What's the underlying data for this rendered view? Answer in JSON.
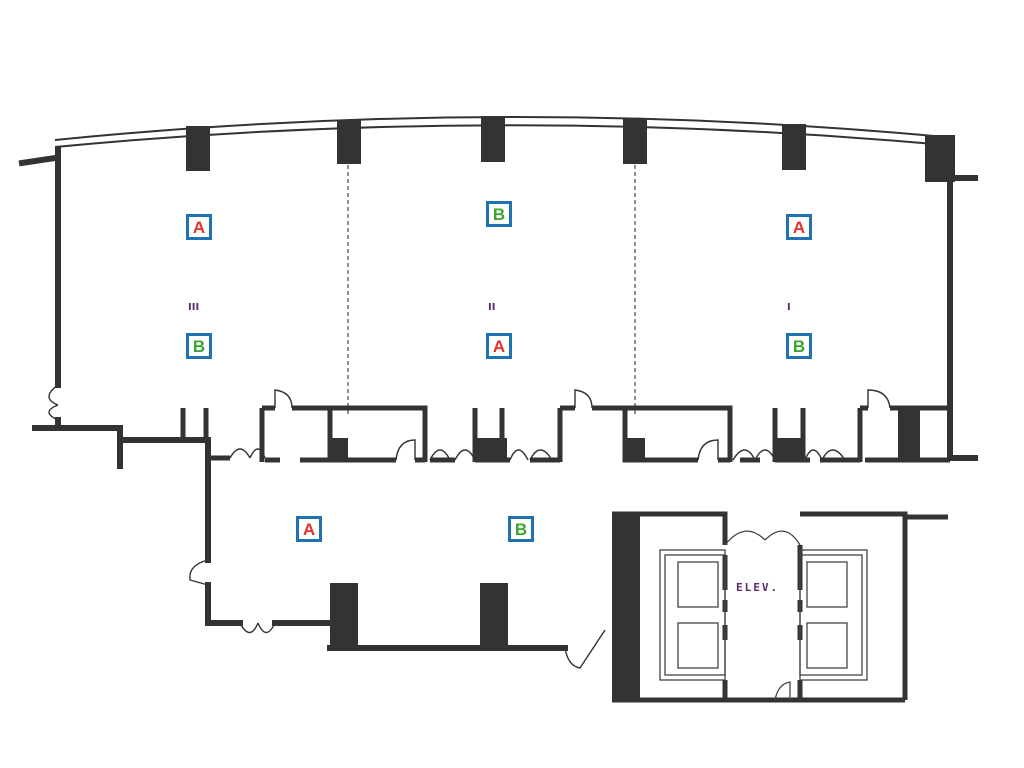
{
  "room_labels": {
    "room_1": "I",
    "room_2": "II",
    "room_3": "III"
  },
  "elevator_label": "ELEV.",
  "markers": {
    "room3_a": "A",
    "room3_b": "B",
    "room2_b": "B",
    "room2_a": "A",
    "room1_a": "A",
    "room1_b": "B",
    "lower_a": "A",
    "lower_b": "B"
  },
  "colors": {
    "wall": "#333333",
    "marker_border": "#1f73b3",
    "marker_a": "#e0342c",
    "marker_b": "#3aa52f",
    "label": "#5a2a6e"
  }
}
